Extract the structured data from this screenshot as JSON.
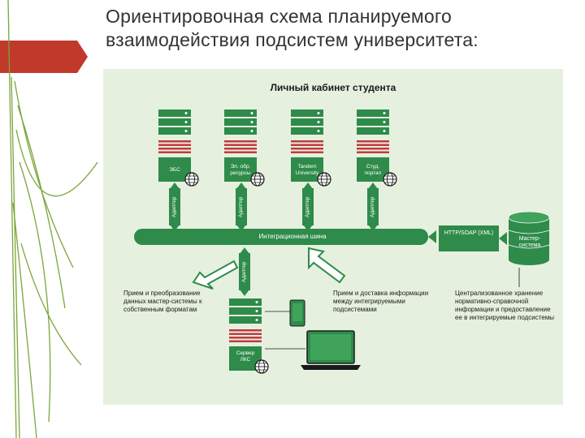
{
  "title": "Ориентировочная схема планируемого взаимодействия подсистем университета:",
  "panel_title": "Личный кабинет студента",
  "servers": [
    {
      "label": "ЭБС"
    },
    {
      "label": "Эл. обр. ресурсы"
    },
    {
      "label": "Tandem University"
    },
    {
      "label": "Студ. портал"
    }
  ],
  "adapter_label": "Адаптер",
  "bus_label": "Интеграционная шина",
  "http_label": "HTTP/SOAP (XML)",
  "master_label": "Мастер-система",
  "lks_label": "Сервер ЛКС",
  "desc_left": "Прием и преобразование данных мастер-системы к собственным форматам",
  "desc_mid": "Прием и доставка информации между интегрируемыми подсистемами",
  "desc_right": "Централизованное хранение нормативно-справочной информации и предоставление ее в интегрируемые подсистемы",
  "colors": {
    "accent_green": "#2e8b4a",
    "stripe_red": "#c03a3e",
    "panel_bg": "#e6f0df",
    "deco_red": "#c0392b"
  }
}
